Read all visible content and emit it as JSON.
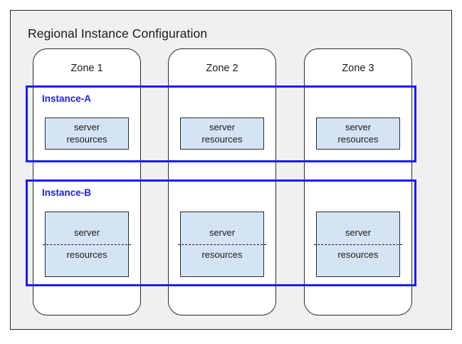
{
  "diagram": {
    "title": "Regional Instance Configuration",
    "colors": {
      "background": "#ffffff",
      "region_fill": "#f0f0f0",
      "region_border": "#2b2b2b",
      "zone_fill": "#ffffff",
      "zone_border": "#2b2b2b",
      "instance_border": "#1a1aff",
      "instance_label": "#2222e0",
      "resource_fill": "#d4e4f4",
      "resource_border": "#2b2b2b",
      "text": "#1a1a1a"
    },
    "zones": [
      {
        "label": "Zone 1"
      },
      {
        "label": "Zone 2"
      },
      {
        "label": "Zone 3"
      }
    ],
    "instances": [
      {
        "label": "Instance-A",
        "style": "solid",
        "resources": [
          {
            "line_top": "server",
            "line_bottom": "resources"
          },
          {
            "line_top": "server",
            "line_bottom": "resources"
          },
          {
            "line_top": "server",
            "line_bottom": "resources"
          }
        ]
      },
      {
        "label": "Instance-B",
        "style": "dashed-split",
        "resources": [
          {
            "line_top": "server",
            "line_bottom": "resources"
          },
          {
            "line_top": "server",
            "line_bottom": "resources"
          },
          {
            "line_top": "server",
            "line_bottom": "resources"
          }
        ]
      }
    ]
  }
}
